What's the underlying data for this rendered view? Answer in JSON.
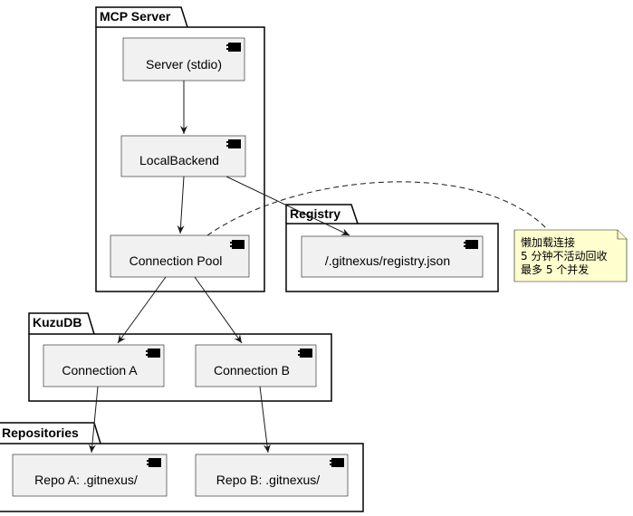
{
  "packages": {
    "mcp_server": "MCP Server",
    "registry": "Registry",
    "kuzudb": "KuzuDB",
    "repositories": "Repositories"
  },
  "components": {
    "server_stdio": "Server (stdio)",
    "local_backend": "LocalBackend",
    "connection_pool": "Connection Pool",
    "registry_json": "/.gitnexus/registry.json",
    "connection_a": "Connection A",
    "connection_b": "Connection B",
    "repo_a": "Repo A: .gitnexus/",
    "repo_b": "Repo B: .gitnexus/"
  },
  "note": {
    "line1": "懒加载连接",
    "line2": "5 分钟不活动回收",
    "line3": "最多 5 个并发"
  },
  "colors": {
    "component_fill": "#f1f1f1",
    "note_fill": "#fefece",
    "line": "#181818"
  }
}
